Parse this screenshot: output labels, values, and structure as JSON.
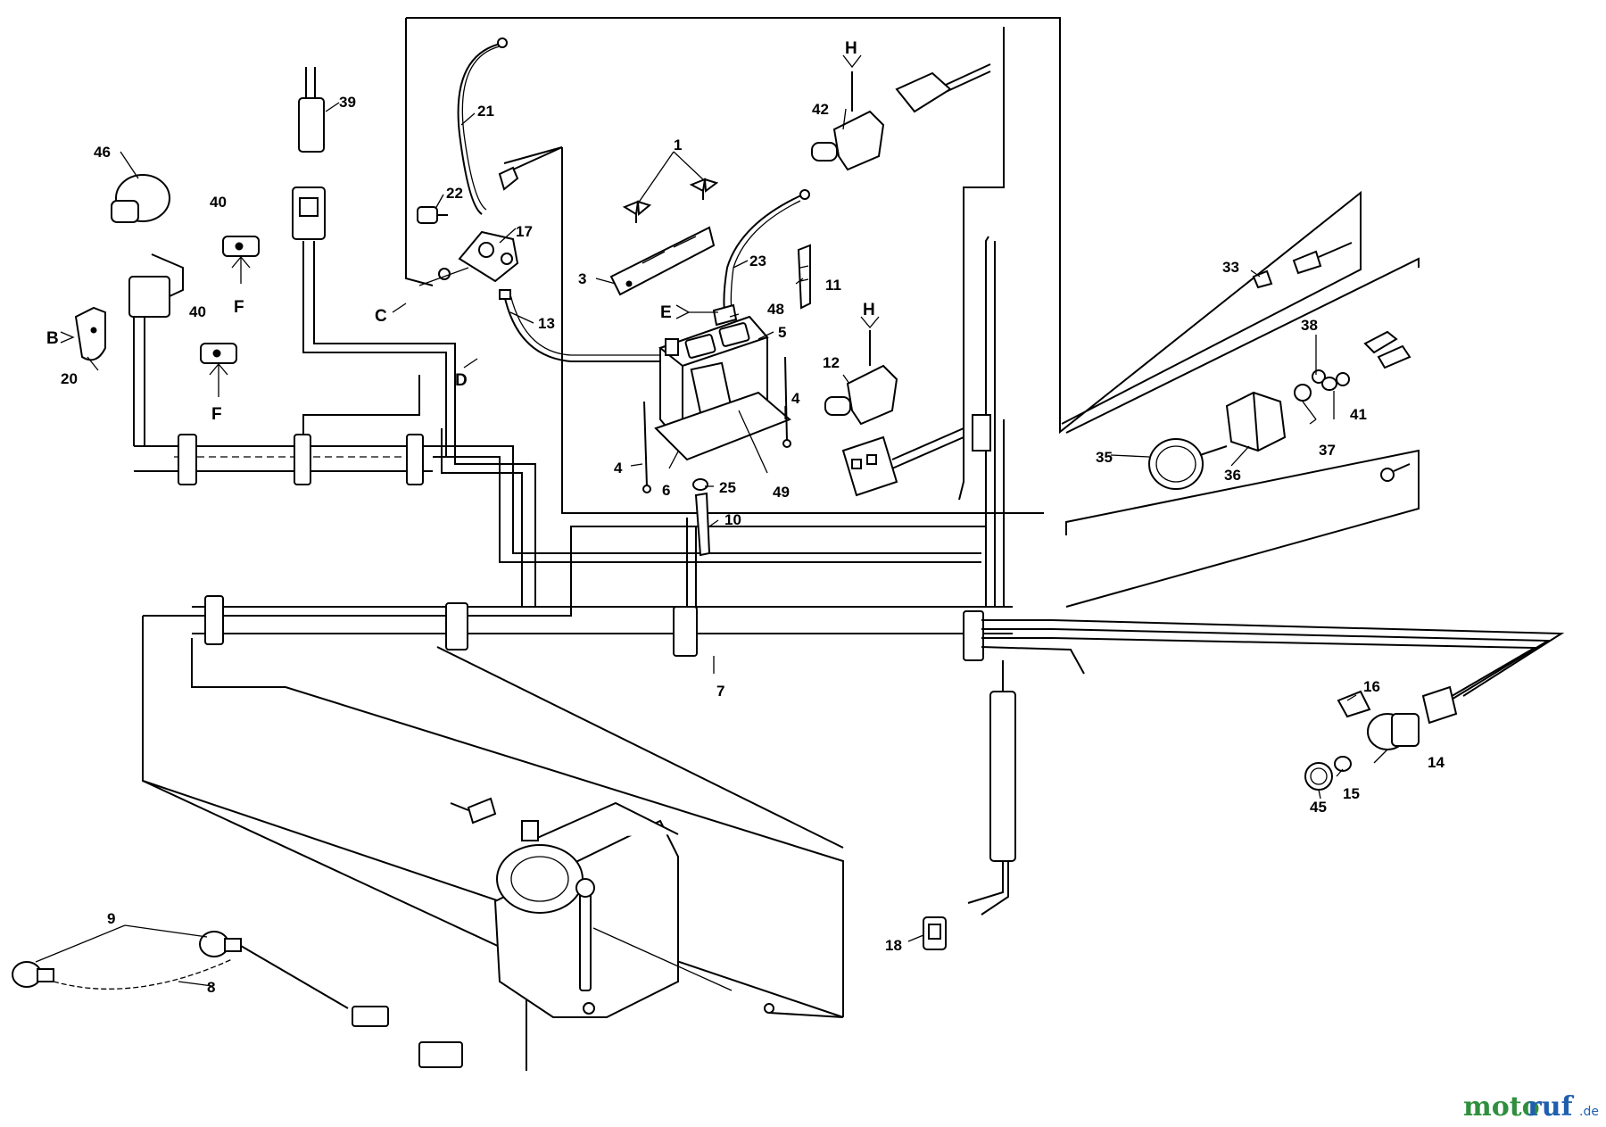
{
  "part_labels": [
    {
      "id": "p1",
      "text": "1"
    },
    {
      "id": "p3",
      "text": "3"
    },
    {
      "id": "p4a",
      "text": "4"
    },
    {
      "id": "p4b",
      "text": "4"
    },
    {
      "id": "p5",
      "text": "5"
    },
    {
      "id": "p6",
      "text": "6"
    },
    {
      "id": "p7",
      "text": "7"
    },
    {
      "id": "p8",
      "text": "8"
    },
    {
      "id": "p9",
      "text": "9"
    },
    {
      "id": "p10",
      "text": "10"
    },
    {
      "id": "p11",
      "text": "11"
    },
    {
      "id": "p12",
      "text": "12"
    },
    {
      "id": "p13",
      "text": "13"
    },
    {
      "id": "p14",
      "text": "14"
    },
    {
      "id": "p15",
      "text": "15"
    },
    {
      "id": "p16",
      "text": "16"
    },
    {
      "id": "p17",
      "text": "17"
    },
    {
      "id": "p18",
      "text": "18"
    },
    {
      "id": "p20",
      "text": "20"
    },
    {
      "id": "p21",
      "text": "21"
    },
    {
      "id": "p22",
      "text": "22"
    },
    {
      "id": "p23",
      "text": "23"
    },
    {
      "id": "p25",
      "text": "25"
    },
    {
      "id": "p33",
      "text": "33"
    },
    {
      "id": "p35",
      "text": "35"
    },
    {
      "id": "p36",
      "text": "36"
    },
    {
      "id": "p37",
      "text": "37"
    },
    {
      "id": "p38",
      "text": "38"
    },
    {
      "id": "p39",
      "text": "39"
    },
    {
      "id": "p40a",
      "text": "40"
    },
    {
      "id": "p40b",
      "text": "40"
    },
    {
      "id": "p41",
      "text": "41"
    },
    {
      "id": "p42",
      "text": "42"
    },
    {
      "id": "p45",
      "text": "45"
    },
    {
      "id": "p46",
      "text": "46"
    },
    {
      "id": "p48",
      "text": "48"
    },
    {
      "id": "p49",
      "text": "49"
    }
  ],
  "connection_letters": [
    {
      "id": "B",
      "text": "B"
    },
    {
      "id": "C",
      "text": "C"
    },
    {
      "id": "D",
      "text": "D"
    },
    {
      "id": "E",
      "text": "E"
    },
    {
      "id": "Fa",
      "text": "F"
    },
    {
      "id": "Fb",
      "text": "F"
    },
    {
      "id": "Ha",
      "text": "H"
    },
    {
      "id": "Hb",
      "text": "H"
    }
  ],
  "watermark": {
    "brand_green": "moto",
    "brand_blue": "ruf",
    "suffix": ".de"
  }
}
